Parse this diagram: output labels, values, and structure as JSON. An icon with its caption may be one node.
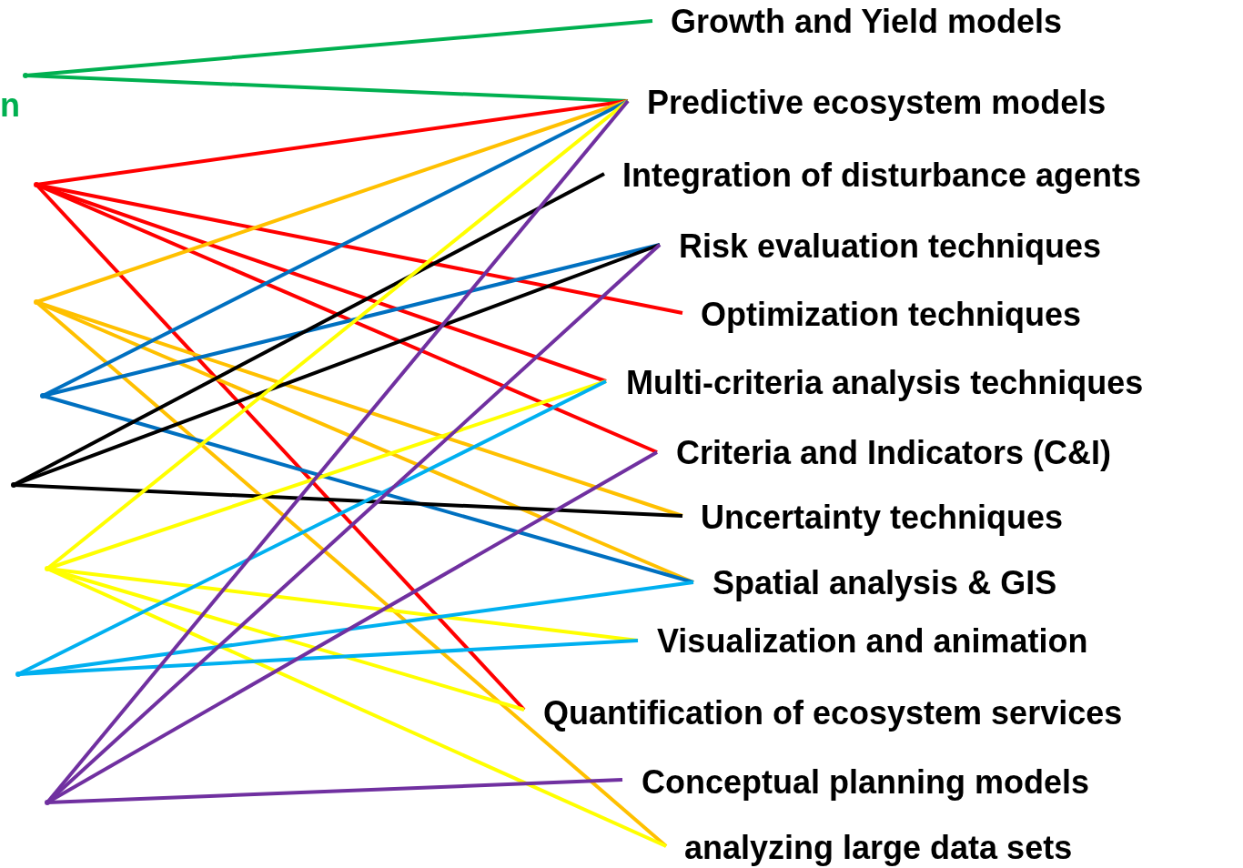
{
  "diagram": {
    "nodes": [
      {
        "text": [
          "Growth and Yield models"
        ]
      },
      {
        "text": [
          "Predictive ecosystem models"
        ]
      },
      {
        "text": [
          "Integration of disturbance agents"
        ]
      },
      {
        "text": [
          "Risk evaluation techniques"
        ]
      },
      {
        "text": [
          "Optimization techniques"
        ]
      },
      {
        "text": [
          "Multi-criteria analysis techniques"
        ]
      },
      {
        "text": [
          "Criteria and Indicators (C&I)"
        ]
      },
      {
        "text": [
          "Uncertainty techniques"
        ]
      },
      {
        "text": [
          "Spatial analysis & GIS"
        ]
      },
      {
        "text": [
          "Visualization and animation"
        ]
      },
      {
        "text": [
          "Quantification of ecosystem services"
        ]
      },
      {
        "text": [
          "Conceptual planning models"
        ]
      },
      {
        "text": [
          "analyzing large data sets"
        ]
      },
      {
        "text": [],
        "shape": "dot"
      },
      {
        "text": [],
        "shape": "dot"
      },
      {
        "text": [],
        "shape": "dot"
      },
      {
        "text": [],
        "shape": "dot"
      },
      {
        "text": [],
        "shape": "dot"
      },
      {
        "text": [],
        "shape": "dot"
      },
      {
        "text": [],
        "shape": "dot"
      },
      {
        "text": [],
        "shape": "dot"
      }
    ],
    "edges": [
      {
        "from": 13,
        "to": 0,
        "arrow": "none",
        "color": "#00b050"
      },
      {
        "from": 13,
        "to": 1,
        "arrow": "none",
        "color": "#00b050"
      },
      {
        "from": 14,
        "to": 1,
        "arrow": "none",
        "color": "#ff0000"
      },
      {
        "from": 14,
        "to": 4,
        "arrow": "none",
        "color": "#ff0000"
      },
      {
        "from": 14,
        "to": 5,
        "arrow": "none",
        "color": "#ff0000"
      },
      {
        "from": 14,
        "to": 6,
        "arrow": "none",
        "color": "#ff0000"
      },
      {
        "from": 14,
        "to": 10,
        "arrow": "none",
        "color": "#ff0000"
      },
      {
        "from": 15,
        "to": 1,
        "arrow": "none",
        "color": "#ffc000"
      },
      {
        "from": 15,
        "to": 7,
        "arrow": "none",
        "color": "#ffc000"
      },
      {
        "from": 15,
        "to": 8,
        "arrow": "none",
        "color": "#ffc000"
      },
      {
        "from": 15,
        "to": 12,
        "arrow": "none",
        "color": "#ffc000"
      },
      {
        "from": 16,
        "to": 1,
        "arrow": "none",
        "color": "#0070c0"
      },
      {
        "from": 16,
        "to": 3,
        "arrow": "none",
        "color": "#0070c0"
      },
      {
        "from": 16,
        "to": 8,
        "arrow": "none",
        "color": "#0070c0"
      },
      {
        "from": 17,
        "to": 2,
        "arrow": "none",
        "color": "#000000"
      },
      {
        "from": 17,
        "to": 3,
        "arrow": "none",
        "color": "#000000"
      },
      {
        "from": 17,
        "to": 7,
        "arrow": "none",
        "color": "#000000"
      },
      {
        "from": 18,
        "to": 1,
        "arrow": "none",
        "color": "#ffff00"
      },
      {
        "from": 18,
        "to": 5,
        "arrow": "none",
        "color": "#ffff00"
      },
      {
        "from": 18,
        "to": 9,
        "arrow": "none",
        "color": "#ffff00"
      },
      {
        "from": 18,
        "to": 10,
        "arrow": "none",
        "color": "#ffff00"
      },
      {
        "from": 18,
        "to": 12,
        "arrow": "none",
        "color": "#ffff00"
      },
      {
        "from": 19,
        "to": 5,
        "arrow": "none",
        "color": "#00b0f0"
      },
      {
        "from": 19,
        "to": 8,
        "arrow": "none",
        "color": "#00b0f0"
      },
      {
        "from": 19,
        "to": 9,
        "arrow": "none",
        "color": "#00b0f0"
      },
      {
        "from": 20,
        "to": 1,
        "arrow": "none",
        "color": "#7030a0"
      },
      {
        "from": 20,
        "to": 3,
        "arrow": "none",
        "color": "#7030a0"
      },
      {
        "from": 20,
        "to": 6,
        "arrow": "none",
        "color": "#7030a0"
      },
      {
        "from": 20,
        "to": 11,
        "arrow": "none",
        "color": "#7030a0"
      }
    ],
    "labels": [
      "n"
    ]
  }
}
